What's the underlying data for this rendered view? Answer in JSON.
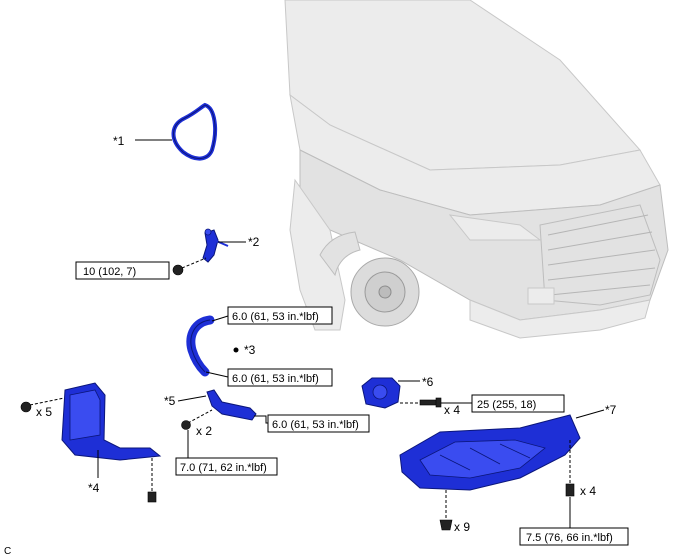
{
  "figure_code": "C",
  "parts": [
    {
      "id": "p1",
      "label": "*1"
    },
    {
      "id": "p2",
      "label": "*2"
    },
    {
      "id": "p3",
      "label": "*3"
    },
    {
      "id": "p4",
      "label": "*4"
    },
    {
      "id": "p5",
      "label": "*5"
    },
    {
      "id": "p6",
      "label": "*6"
    },
    {
      "id": "p7",
      "label": "*7"
    }
  ],
  "torques": {
    "t1": "10 (102, 7)",
    "t2": "6.0 (61, 53 in.*lbf)",
    "t3": "6.0 (61, 53 in.*lbf)",
    "t4": "6.0 (61, 53 in.*lbf)",
    "t5": "7.0 (71, 62 in.*lbf)",
    "t6": "25 (255, 18)",
    "t7": "7.5 (76, 66 in.*lbf)"
  },
  "quantities": {
    "q1": "x 5",
    "q2": "x 2",
    "q3": "x 4",
    "q4": "x 4",
    "q5": "x 9"
  },
  "colors": {
    "part_blue": "#1e2fd6",
    "car_gray": "#ececec"
  }
}
